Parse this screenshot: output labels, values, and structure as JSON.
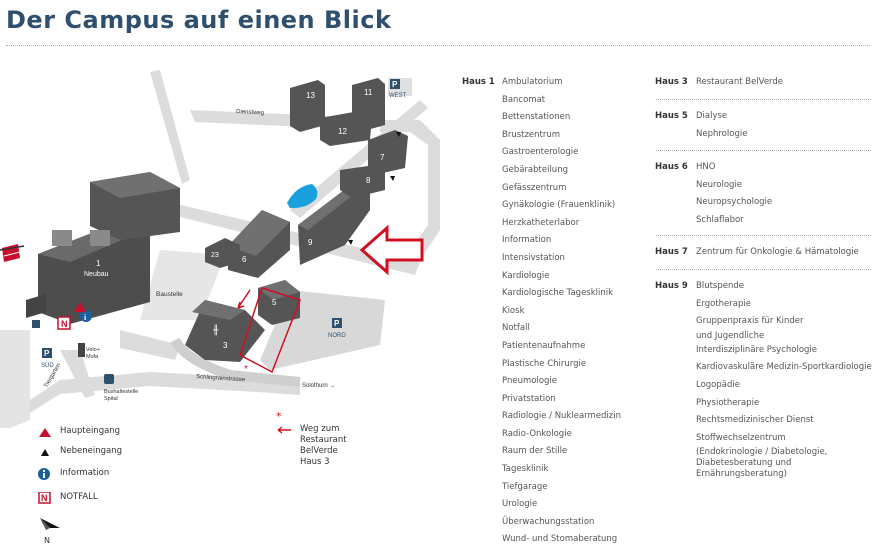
{
  "page": {
    "title": "Der Campus auf einen Blick"
  },
  "map": {
    "buildings": {
      "b1": "1",
      "b1_sub": "Neubau",
      "b3": "3",
      "b5": "5",
      "b6": "6",
      "b7": "7",
      "b8": "8",
      "b9": "9",
      "b11": "11",
      "b12": "12",
      "b13": "13",
      "b23": "23"
    },
    "streets": {
      "dienstweg": "Dienstweg",
      "baustelle": "Baustelle",
      "schlingrain": "Schlingrainstrasse",
      "solothurn": "Solothurn →",
      "tiergarten": "Tiergarten"
    },
    "parking": {
      "p": "P",
      "west": "WEST",
      "nord": "NORD",
      "sued": "SÜD"
    },
    "misc": {
      "velo": "Velo+",
      "mofa": "Mofa",
      "bus_stop_1": "Bushaltestelle",
      "bus_stop_2": "Spital",
      "notfall_sym": "N",
      "info_sym": "i"
    },
    "colors": {
      "building": "#555555",
      "building_top": "#6a6a6a",
      "road": "#dcdcdc",
      "lake": "#1aa0dc",
      "accent_red": "#c8102e",
      "arrow_red": "#d01020"
    }
  },
  "legend": {
    "haupteingang": "Haupteingang",
    "nebeneingang": "Nebeneingang",
    "information": "Information",
    "notfall": "NOTFALL",
    "north": "N",
    "weg_star": "*",
    "weg_lines": [
      "Weg zum",
      "Restaurant",
      "BelVerde",
      "Haus 3"
    ]
  },
  "directory": {
    "haus1": {
      "label": "Haus 1",
      "items": [
        "Ambulatorium",
        "Bancomat",
        "Bettenstationen",
        "Brustzentrum",
        "Gastroenterologie",
        "Gebärabteilung",
        "Gefässzentrum",
        "Gynäkologie (Frauenklinik)",
        "Herzkatheterlabor",
        "Information",
        "Intensivstation",
        "Kardiologie",
        "Kardiologische Tagesklinik",
        "Kiosk",
        "Notfall",
        "Patientenaufnahme",
        "Plastische Chirurgie",
        "Pneumologie",
        "Privatstation",
        "Radiologie / Nuklearmedizin",
        "Radio-Onkologie",
        "Raum der Stille",
        "Tagesklinik",
        "Tiefgarage",
        "Urologie",
        "Überwachungsstation",
        "Wund- und Stomaberatung"
      ]
    },
    "haus3": {
      "label": "Haus 3",
      "items": [
        "Restaurant BelVerde"
      ]
    },
    "haus5": {
      "label": "Haus 5",
      "items": [
        "Dialyse",
        "Nephrologie"
      ]
    },
    "haus6": {
      "label": "Haus 6",
      "items": [
        "HNO",
        "Neurologie",
        "Neuropsychologie",
        "Schlaflabor"
      ]
    },
    "haus7": {
      "label": "Haus 7",
      "items": [
        "Zentrum für Onkologie & Hämatologie"
      ]
    },
    "haus9": {
      "label": "Haus 9",
      "items": [
        "Blutspende",
        "Ergotherapie",
        "Gruppenpraxis für Kinder",
        "und Jugendliche",
        "Interdisziplinäre Psychologie",
        "Kardiovaskuläre Medizin-Sportkardiologie",
        "Logopädie",
        "Physiotherapie",
        "Rechtsmedizinischer Dienst",
        "Stoffwechselzentrum",
        "(Endokrinologie / Diabetologie,",
        "Diabetesberatung und",
        "Ernährungsberatung)"
      ]
    }
  }
}
